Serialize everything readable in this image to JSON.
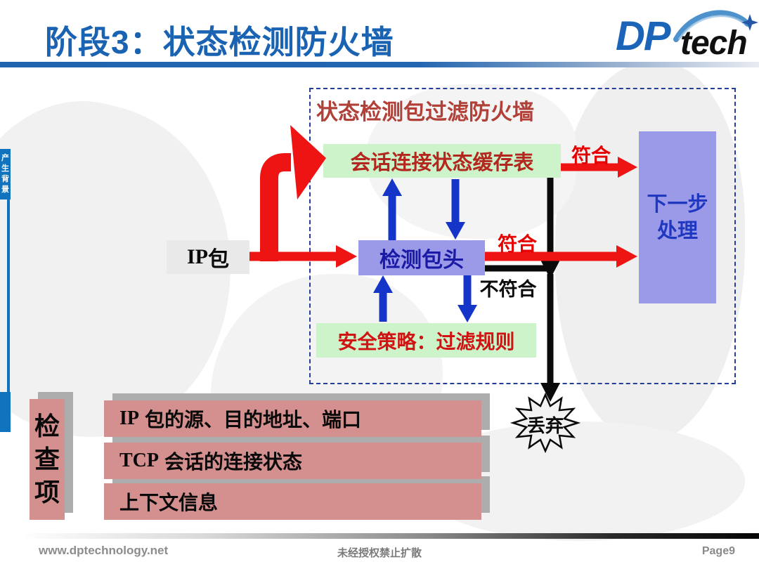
{
  "page": {
    "title": "阶段3：状态检测防火墙",
    "logo": {
      "dp": "DP",
      "tech": "tech"
    },
    "sidebar": {
      "tab_label": "产生背景",
      "chars": [
        "产",
        "生",
        "背",
        "景"
      ]
    },
    "diagram": {
      "panel_title": "状态检测包过滤防火墙",
      "ip_packet": {
        "prefix": "IP",
        "rest": "包"
      },
      "session_table": "会话连接状态缓存表",
      "inspect_header": "检测包头",
      "security_policy": "安全策略：过滤规则",
      "next_step": {
        "line1": "下一步",
        "line2": "处理"
      },
      "discard": "丢弃",
      "match_top": "符合",
      "match_mid": "符合",
      "no_match": "不符合"
    },
    "checklist": {
      "header_label": "检查项",
      "header_chars": [
        "检",
        "查",
        "项"
      ],
      "items": [
        {
          "prefix": "IP",
          "rest": "包的源、目的地址、端口"
        },
        {
          "prefix": "TCP",
          "rest": "会话的连接状态"
        },
        {
          "prefix": "",
          "rest": "上下文信息"
        }
      ]
    },
    "footer": {
      "website": "www.dptechnology.net",
      "notice": "未经授权禁止扩散",
      "page": "Page9"
    },
    "icons": {
      "logo_swoosh": "swoosh-arc-star-icon",
      "discard_burst": "burst-star-shape"
    },
    "colors": {
      "title_blue": "#1A63B2",
      "tab_blue": "#1173BE",
      "arrow_red": "#EE1414",
      "arrow_blue": "#1535C8",
      "arrow_black": "#0A0A0A",
      "green_box": "#CDF3CA",
      "periwinkle_box": "#9A9AE8",
      "pink_bar": "#D48F8F",
      "shadow_gray": "#ADADAD",
      "panel_title_red": "#B04038",
      "dashed_border_navy": "#233E9B"
    }
  }
}
